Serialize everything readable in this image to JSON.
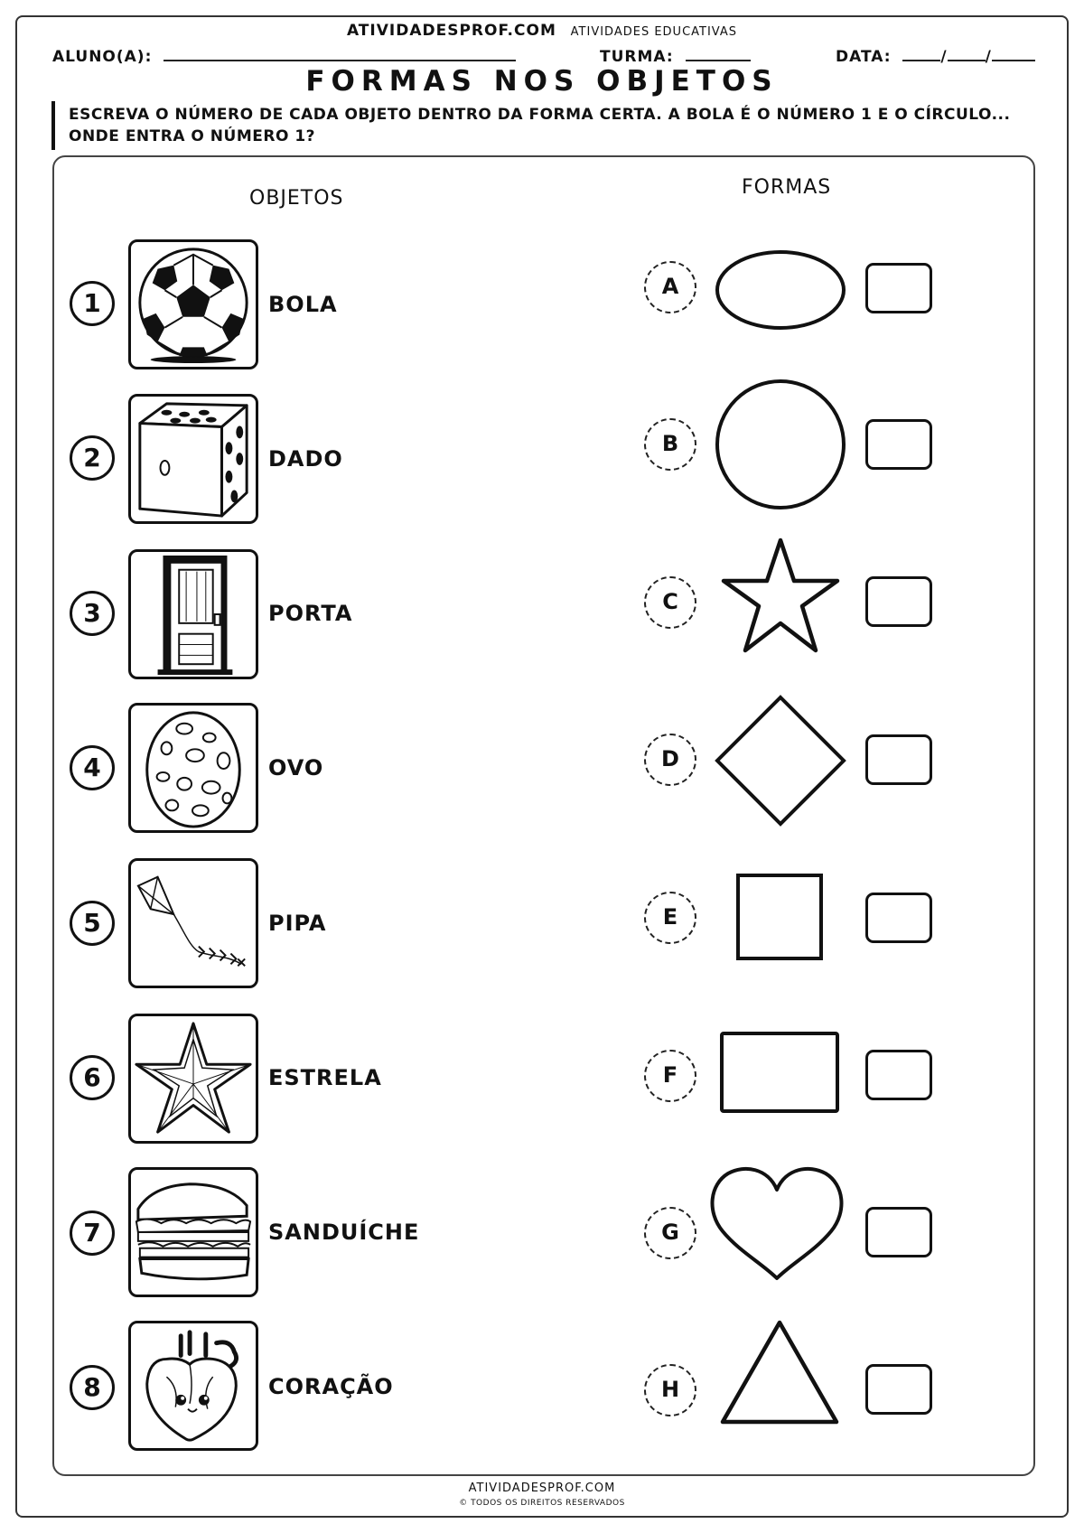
{
  "header": {
    "site": "ATIVIDADESPROF.COM",
    "subtitle": "ATIVIDADES EDUCATIVAS",
    "aluno_label": "ALUNO(A):",
    "turma_label": "TURMA:",
    "data_label": "DATA:",
    "date_slash": "/"
  },
  "title": "FORMAS NOS OBJETOS",
  "instructions": {
    "line1": "ESCREVA O NÚMERO DE CADA OBJETO DENTRO DA FORMA CERTA. A BOLA É O NÚMERO 1 E O CÍRCULO...",
    "line2": "ONDE ENTRA O NÚMERO 1?"
  },
  "columns": {
    "objects": "OBJETOS",
    "shapes": "FORMAS"
  },
  "objects": [
    {
      "number": "1",
      "name": "BOLA",
      "icon": "soccer-ball-icon"
    },
    {
      "number": "2",
      "name": "DADO",
      "icon": "dice-icon"
    },
    {
      "number": "3",
      "name": "PORTA",
      "icon": "door-icon"
    },
    {
      "number": "4",
      "name": "OVO",
      "icon": "egg-icon"
    },
    {
      "number": "5",
      "name": "PIPA",
      "icon": "kite-icon"
    },
    {
      "number": "6",
      "name": "ESTRELA",
      "icon": "star-ornament-icon"
    },
    {
      "number": "7",
      "name": "SANDUÍCHE",
      "icon": "sandwich-icon"
    },
    {
      "number": "8",
      "name": "CORAÇÃO",
      "icon": "anatomical-heart-icon"
    }
  ],
  "shapes": [
    {
      "letter": "A",
      "shape": "oval"
    },
    {
      "letter": "B",
      "shape": "circle"
    },
    {
      "letter": "C",
      "shape": "star"
    },
    {
      "letter": "D",
      "shape": "diamond"
    },
    {
      "letter": "E",
      "shape": "square"
    },
    {
      "letter": "F",
      "shape": "rectangle"
    },
    {
      "letter": "G",
      "shape": "heart"
    },
    {
      "letter": "H",
      "shape": "triangle"
    }
  ],
  "footer": {
    "site": "ATIVIDADESPROF.COM",
    "rights": "© TODOS OS DIREITOS RESERVADOS"
  }
}
